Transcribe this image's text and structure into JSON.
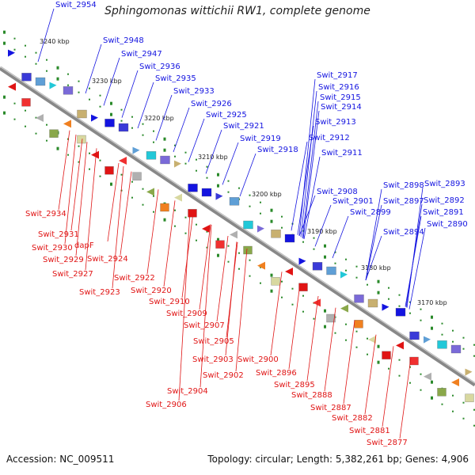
{
  "title": "Sphingomonas wittichii RW1, complete genome",
  "footer": {
    "accession": "Accession: NC_009511",
    "summary": "Topology: circular; Length: 5,382,261 bp; Genes: 4,906"
  },
  "colors": {
    "forward": "#1414e0",
    "reverse": "#e01414",
    "backbone": "#888888",
    "tick": "#2a8a2a"
  },
  "ruler": [
    "3240 kbp",
    "3230 kbp",
    "3220 kbp",
    "3210 kbp",
    "3200 kbp",
    "3190 kbp",
    "3180 kbp",
    "3170 kbp"
  ],
  "top_labels": [
    "Swit_2954",
    "Swit_2948",
    "Swit_2947",
    "Swit_2936",
    "Swit_2935",
    "Swit_2933",
    "Swit_2926",
    "Swit_2925",
    "Swit_2921",
    "Swit_2919",
    "Swit_2918",
    "Swit_2917",
    "Swit_2916",
    "Swit_2915",
    "Swit_2914",
    "Swit_2913",
    "Swit_2912",
    "Swit_2911",
    "Swit_2908",
    "Swit_2901",
    "Swit_2899",
    "Swit_2898",
    "Swit_2897",
    "Swit_2893",
    "Swit_2892",
    "Swit_2891",
    "Swit_2894",
    "Swit_2890"
  ],
  "bottom_labels": [
    "Swit_2934",
    "Swit_2931",
    "Swit_2930",
    "dapF",
    "Swit_2929",
    "Swit_2927",
    "Swit_2924",
    "Swit_2922",
    "Swit_2923",
    "Swit_2920",
    "Swit_2910",
    "Swit_2909",
    "Swit_2907",
    "Swit_2905",
    "Swit_2903",
    "Swit_2902",
    "Swit_2904",
    "Swit_2906",
    "Swit_2900",
    "Swit_2896",
    "Swit_2895",
    "Swit_2888",
    "Swit_2887",
    "Swit_2882",
    "Swit_2881",
    "Swit_2877"
  ]
}
